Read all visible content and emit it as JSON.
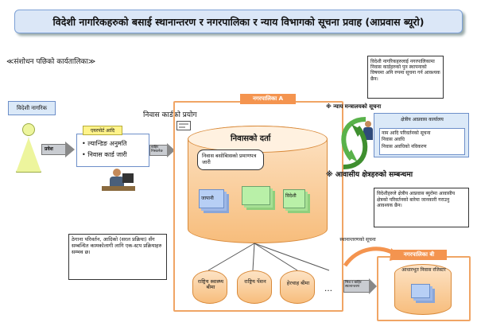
{
  "title": "विदेशी नागरिकहरुको बसाई स्थानान्तरण र नगरपालिका र न्याय विभागको सूचना प्रवाह (आप्रवास ब्यूरो)",
  "subtitle": "≪संशोधन पछिको कार्यतालिका≫",
  "left": {
    "foreigner_label": "विदेशी नागरिक",
    "entry_label": "प्रवेश",
    "airport_label": "एयरपोर्ट आदि",
    "airport_items": [
      "• ल्यान्डिङ अनुमति",
      "• निवास कार्ड जारी"
    ],
    "arrow_label": "बाहिर निस्कनेछ"
  },
  "residence_card_use": "निवास कार्डको प्रयोग",
  "city_a": {
    "label": "नगरपालिका A",
    "registry_label": "निवासको दर्ता",
    "callout": "निवास बसोबिासको प्रमाणपत्र जारी",
    "doc_japanese": "जापानी",
    "doc_foreign": "विदेशी",
    "insurance": [
      "राष्ट्रिय स्वास्थ्य बीमा",
      "राष्ट्रिय पेंशन",
      "हेरचाह बीमा"
    ],
    "ellipsis": "…",
    "address_note": "ठेगाना परिवर्तन, आदिको (सरल प्रक्रिया) सँग सम्बन्धित कामकोलागी लागि एक-स्टप प्रक्रियाहरु सम्भव छ।"
  },
  "right": {
    "info_note": "विदेशी नागरिकहरुलाई नगरपालिकामा निवास कार्डहरुको पुन स्थापनाको विषयमा अनि रुपमा सूचना गर्न आवश्यक छैन।",
    "ministry_label": "न्याय मन्त्रालयको सूचना",
    "regional_office": "क्षेत्रीय आप्रवास कार्यालय",
    "regional_items": [
      "नाम आदि परिवर्तनको सूचना",
      "निवास अवधि",
      "निवास अवधिको नविकरण"
    ],
    "relations": "आवासीय क्षेत्रहरुको सम्बन्धमा",
    "bureau_note": "विदेशीहरुले क्षेत्रीय आप्रवास ब्युरोमा आवासीय क्षेत्रको परिवर्तनको बारेमा जानकारी गराउनु आवश्यक छैन।",
    "transfer_notice": "स्थानान्तरणको सूचना",
    "city_b": "नगरपालिका बी",
    "basic_registry": "आधारभूत निवास रजिस्टर",
    "arrow_out": "भित्र र बाहिर स्थानान्तरण"
  }
}
